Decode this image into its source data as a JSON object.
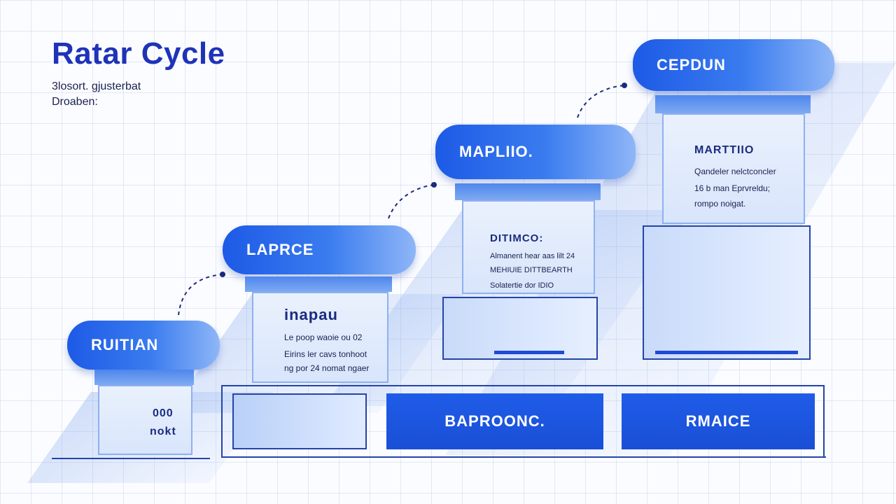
{
  "title": "Ratar Cycle",
  "subtitle": [
    "3losort. gjusterbat",
    "Droaben:"
  ],
  "steps": [
    {
      "label": "RUITIAN",
      "card": {
        "value": "000",
        "sub": "nokt"
      }
    },
    {
      "label": "LAPRCE",
      "card": {
        "title": "inapau",
        "lines": [
          "Le poop waoie ou 02",
          "Eirins ler cavs tonhoot",
          "ng por 24 nomat ngaer"
        ]
      }
    },
    {
      "label": "MAPLIIO.",
      "card": {
        "title": "DITIMCO:",
        "lines": [
          "Almanent hear aas lilt 24",
          "MEHIUIE DITTBEARTH",
          "Solatertie dor IDIO"
        ]
      }
    },
    {
      "label": "CEPDUN",
      "card": {
        "title": "MARTTIIO",
        "lines": [
          "Qandeler nelctconcler",
          "16 b man Eprvreldu;",
          "rompo noigat."
        ]
      }
    }
  ],
  "bottom_buttons": [
    "BAPROONC.",
    "RMAICE"
  ]
}
